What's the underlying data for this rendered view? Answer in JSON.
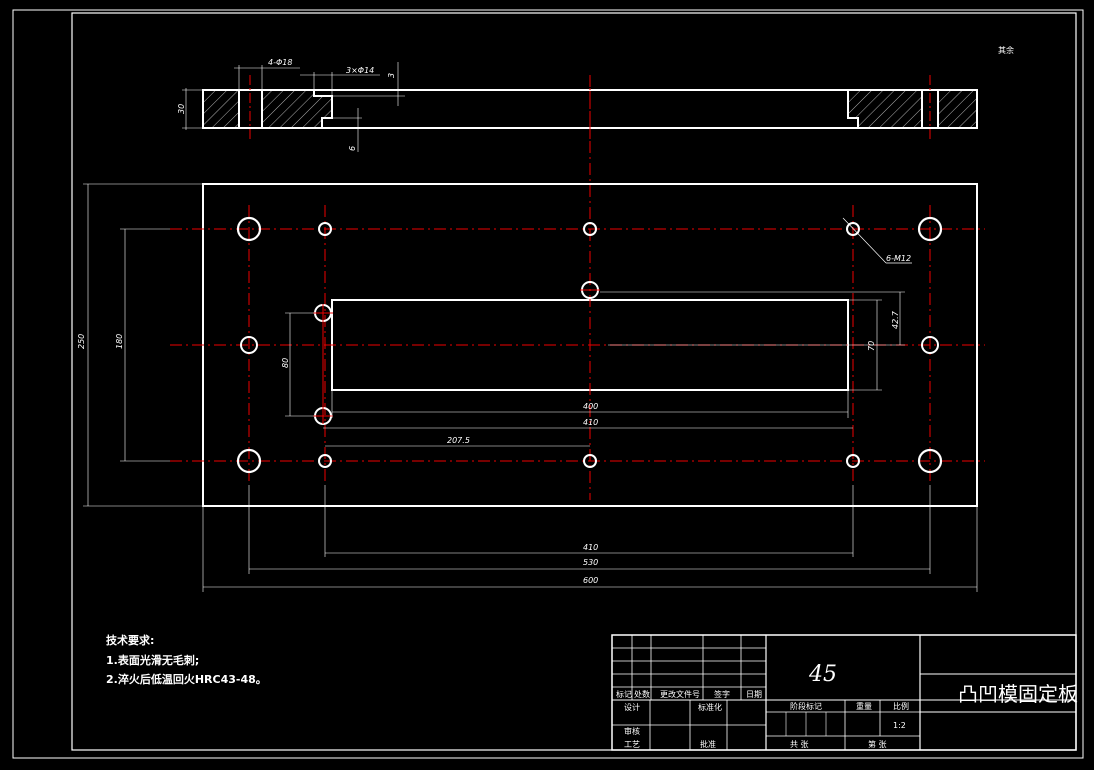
{
  "corner_note": "其余",
  "section_view": {
    "dim_hole_top": "4-Φ18",
    "dim_counterbore": "3×Φ14",
    "dim_counterbore_depth": "3",
    "dim_thickness": "30",
    "dim_step": "6"
  },
  "plan_view": {
    "dim_height_overall": "250",
    "dim_height_holes": "180",
    "dim_slot_height": "80",
    "dim_tap_label": "6-M12",
    "dim_right_upper": "42.7",
    "dim_right_lower": "70",
    "dim_slot_width": "400",
    "dim_slot_holes": "410",
    "dim_half": "207.5",
    "dim_bottom_410": "410",
    "dim_bottom_530": "530",
    "dim_bottom_600": "600"
  },
  "tech_requirements": {
    "heading": "技术要求:",
    "items": [
      "1.表面光滑无毛刺;",
      "2.淬火后低温回火HRC43-48。"
    ]
  },
  "title_block": {
    "material": "45",
    "part_name": "凸凹模固定板",
    "scale": "1:2",
    "row_labels": [
      "标记",
      "处数",
      "更改文件号",
      "签字",
      "日期"
    ],
    "design": "设计",
    "review": "审核",
    "process": "工艺",
    "standardize": "标准化",
    "approve": "批准",
    "stage_mark": "阶段标记",
    "weight": "重量",
    "scale_label": "比例",
    "sheet_total": "共  张",
    "sheet_no": "第  张"
  }
}
